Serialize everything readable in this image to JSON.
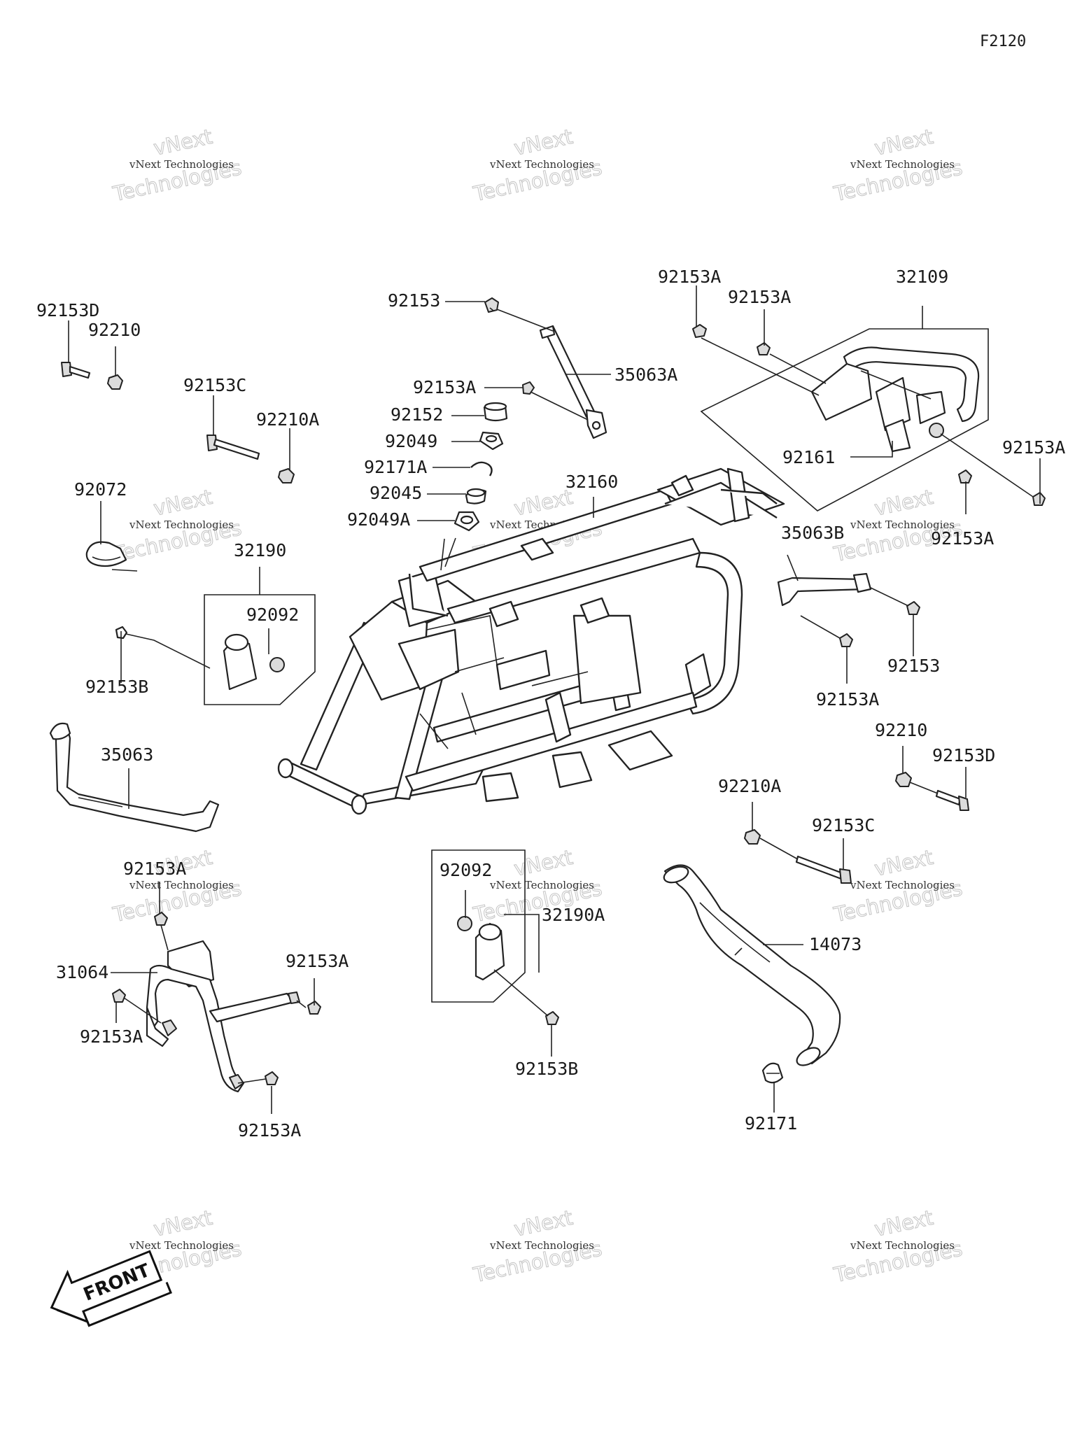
{
  "diagram_code": "F2120",
  "watermark": {
    "line1": "vNext Technologies",
    "line2": "vNext",
    "line3": "Technologies"
  },
  "front_label": "FRONT",
  "labels": {
    "l_92153D_a": "92153D",
    "l_92210_a": "92210",
    "l_92153C_a": "92153C",
    "l_92210A_a": "92210A",
    "l_92153_top": "92153",
    "l_35063A": "35063A",
    "l_92153A_mid": "92153A",
    "l_92152": "92152",
    "l_92049": "92049",
    "l_92171A": "92171A",
    "l_92045": "92045",
    "l_92049A": "92049A",
    "l_32160": "32160",
    "l_92153A_tr1": "92153A",
    "l_92153A_tr2": "92153A",
    "l_32109": "32109",
    "l_92161": "92161",
    "l_92153A_tr3": "92153A",
    "l_92153A_tr4": "92153A",
    "l_92072": "92072",
    "l_32190": "32190",
    "l_92092_a": "92092",
    "l_92153B_a": "92153B",
    "l_35063B": "35063B",
    "l_92153_r": "92153",
    "l_92153A_r": "92153A",
    "l_92210_b": "92210",
    "l_92153D_b": "92153D",
    "l_35063": "35063",
    "l_92210A_b": "92210A",
    "l_92153C_b": "92153C",
    "l_92153A_bl1": "92153A",
    "l_31064": "31064",
    "l_92153A_bl2": "92153A",
    "l_92153A_bl3": "92153A",
    "l_92153A_bl4": "92153A",
    "l_92092_b": "92092",
    "l_32190A": "32190A",
    "l_92153B_b": "92153B",
    "l_14073": "14073",
    "l_92171": "92171"
  }
}
